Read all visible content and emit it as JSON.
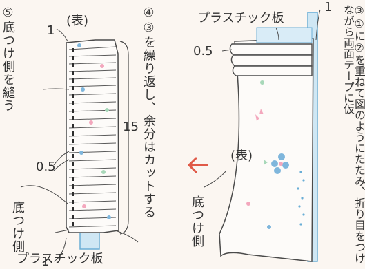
{
  "left_panel": {
    "step5": "⑤底つけ側を縫う",
    "step4": "④③を繰り返し、余分はカットする",
    "front_label": "(表)",
    "dim_top": "1",
    "dim_fold": "0.5",
    "dim_height": "15",
    "dim_bottom": "1",
    "bottom_side": "底つけ側",
    "plastic_board": "プラスチック板"
  },
  "right_panel": {
    "step3": "③①に②を重ねて図のようにたたみ、折り目をつけながら両面テープに仮",
    "plastic_board": "プラスチック板",
    "dim_top": "1",
    "dim_fold": "0.5",
    "front_label": "(表)",
    "bottom_side": "底つけ側"
  },
  "colors": {
    "paper": "#fbf6f1",
    "line": "#4a4a4a",
    "blue_board": "#9fd0ea",
    "arrow": "#e05a48",
    "flower_blue": "#7fb6dc",
    "flower_pink": "#f3a7bd",
    "flower_green": "#a8d8b9"
  }
}
